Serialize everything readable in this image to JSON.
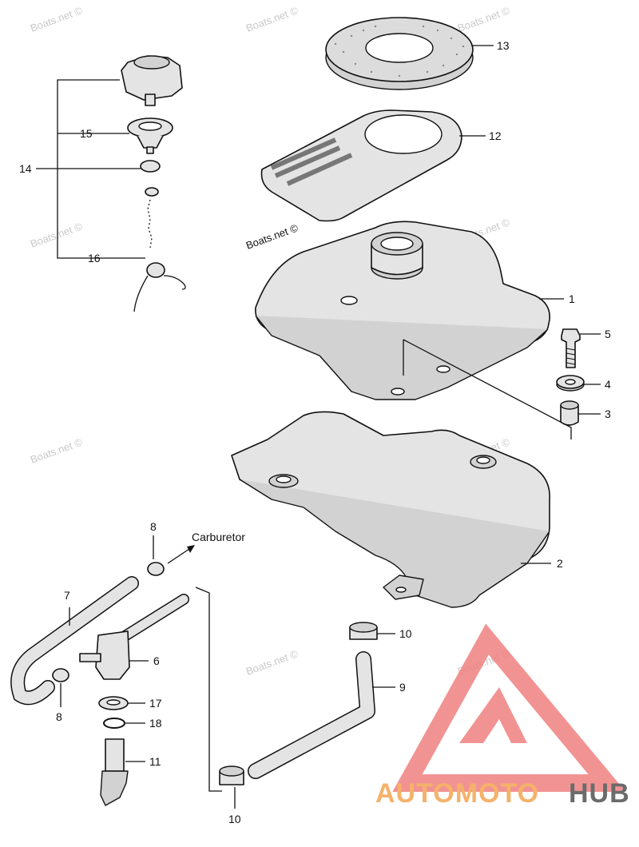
{
  "diagram": {
    "callouts": [
      "1",
      "2",
      "3",
      "4",
      "5",
      "6",
      "7",
      "8",
      "8",
      "9",
      "10",
      "10",
      "11",
      "12",
      "13",
      "14",
      "15",
      "16",
      "17",
      "18"
    ],
    "annotation": "Carburetor",
    "watermark": "Boats.net ©"
  },
  "brand": {
    "logo_part1": "AUTOMOTO",
    "logo_part2": "HUB",
    "color_accent": "#f08080",
    "color_accent2": "#f4b26a",
    "color_dark": "#6b6b6b"
  }
}
